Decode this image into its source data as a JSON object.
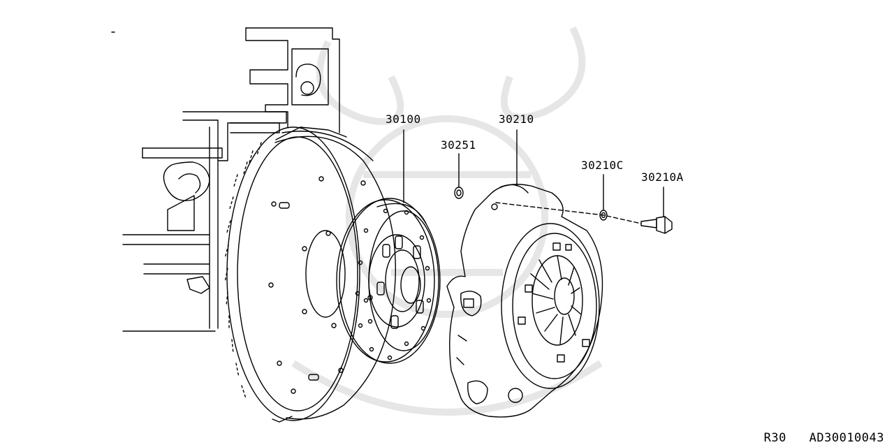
{
  "callouts": {
    "clutch_disc": "30100",
    "cover_plate_washer": "30251",
    "clutch_cover": "30210",
    "cover_washer": "30210C",
    "cover_bolt": "30210A"
  },
  "footer": {
    "model_code": "R30",
    "diagram_code": "AD30010043"
  },
  "colors": {
    "line": "#000000",
    "watermark": "#e8e8e8",
    "background": "#ffffff"
  }
}
